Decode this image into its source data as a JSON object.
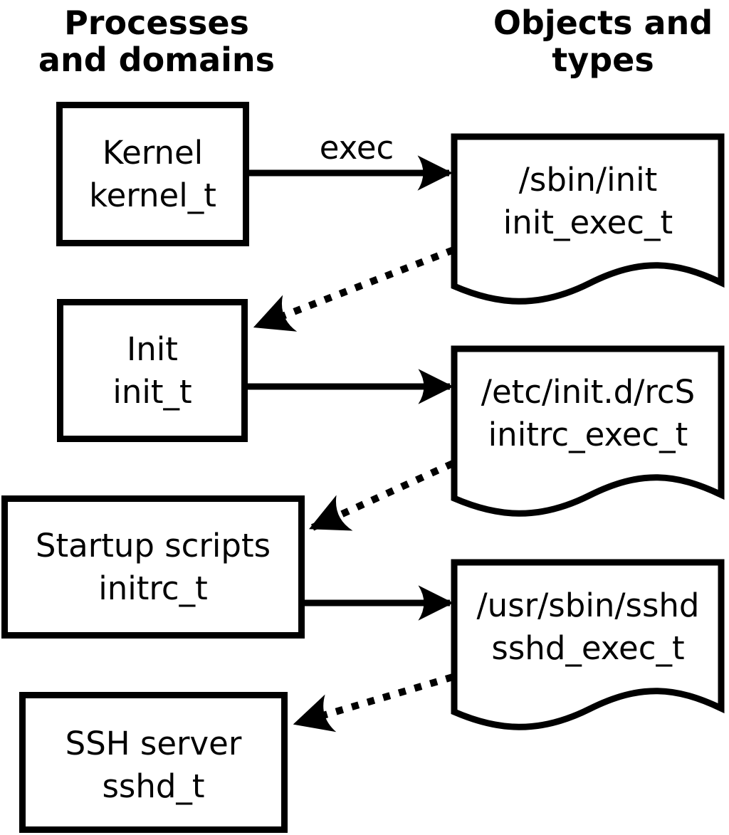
{
  "headers": {
    "left": {
      "line1": "Processes",
      "line2": "and domains"
    },
    "right": {
      "line1": "Objects and",
      "line2": "types"
    }
  },
  "process_boxes": [
    {
      "name": "Kernel",
      "type": "kernel_t"
    },
    {
      "name": "Init",
      "type": "init_t"
    },
    {
      "name": "Startup scripts",
      "type": "initrc_t"
    },
    {
      "name": "SSH server",
      "type": "sshd_t"
    }
  ],
  "object_docs": [
    {
      "path": "/sbin/init",
      "type": "init_exec_t"
    },
    {
      "path": "/etc/init.d/rcS",
      "type": "initrc_exec_t"
    },
    {
      "path": "/usr/sbin/sshd",
      "type": "sshd_exec_t"
    }
  ],
  "edge_labels": {
    "exec": "exec"
  },
  "colors": {
    "line": "#000000",
    "background": "#ffffff"
  }
}
